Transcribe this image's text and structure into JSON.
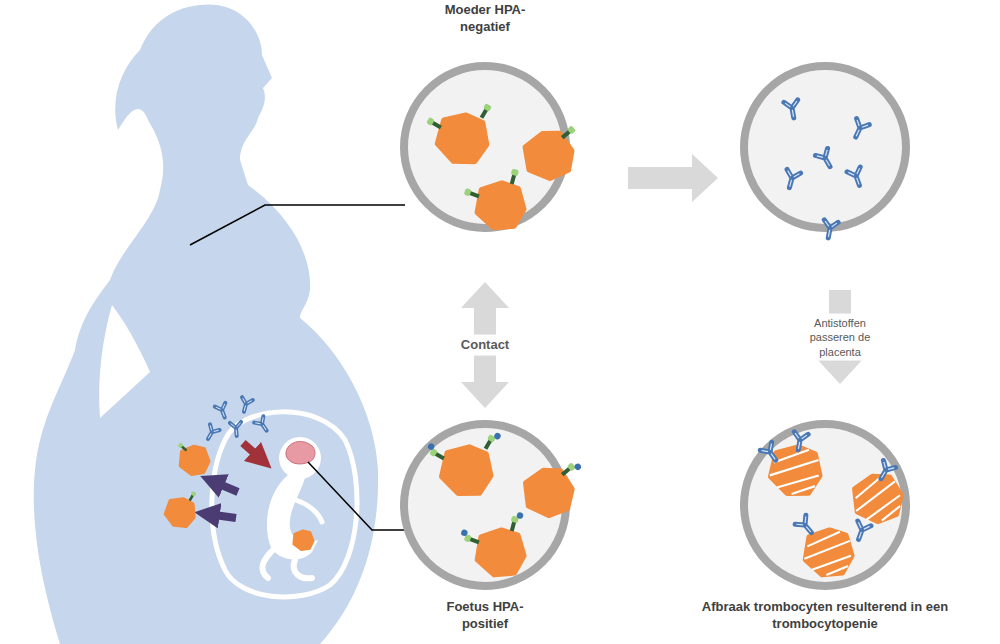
{
  "diagram": {
    "nodes": [
      {
        "text": [
          "Moeder HPA-negatief"
        ]
      },
      {
        "text": []
      },
      {
        "text": [
          "Foetus HPA-positief"
        ]
      },
      {
        "text": [
          "Afbraak trombocyten resulterend in een trombocytopenie"
        ]
      }
    ],
    "edges": [
      {
        "from": 0,
        "to": 1,
        "arrow": "to"
      },
      {
        "from": 0,
        "to": 2,
        "label": "Contact",
        "arrow": "both"
      },
      {
        "from": 1,
        "to": 3,
        "label": "Antistoffen passeren de placenta",
        "arrow": "to"
      }
    ]
  }
}
